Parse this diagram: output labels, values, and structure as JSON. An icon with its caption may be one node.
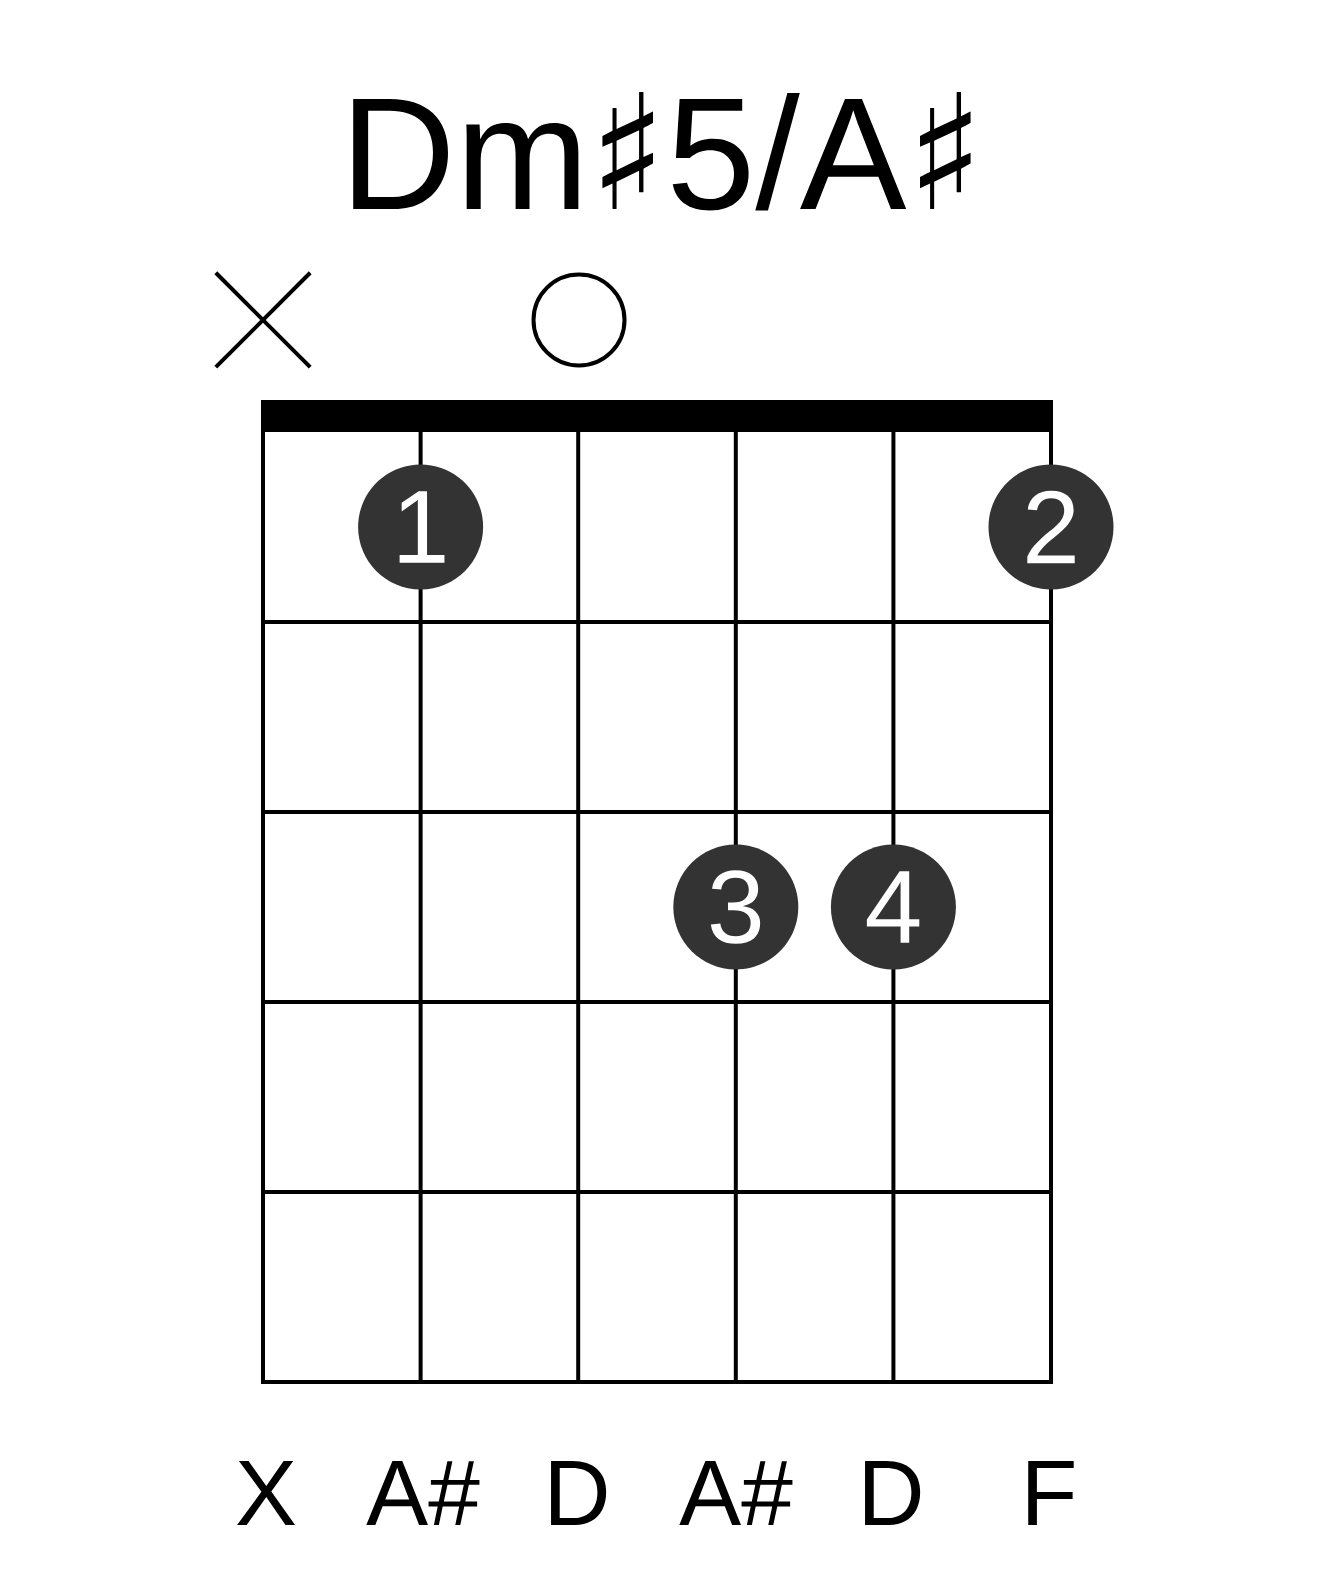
{
  "diagram": {
    "title": "Dm♯5/A♯",
    "nodes": [
      {
        "text": [],
        "shape": "cross"
      },
      {
        "text": [],
        "shape": "circle"
      },
      {
        "text": [
          "1"
        ]
      },
      {
        "text": [
          "2"
        ]
      },
      {
        "text": [
          "3"
        ]
      },
      {
        "text": [
          "4"
        ]
      }
    ],
    "labels": [
      "X",
      "A#",
      "D",
      "A#",
      "D",
      "F"
    ]
  }
}
